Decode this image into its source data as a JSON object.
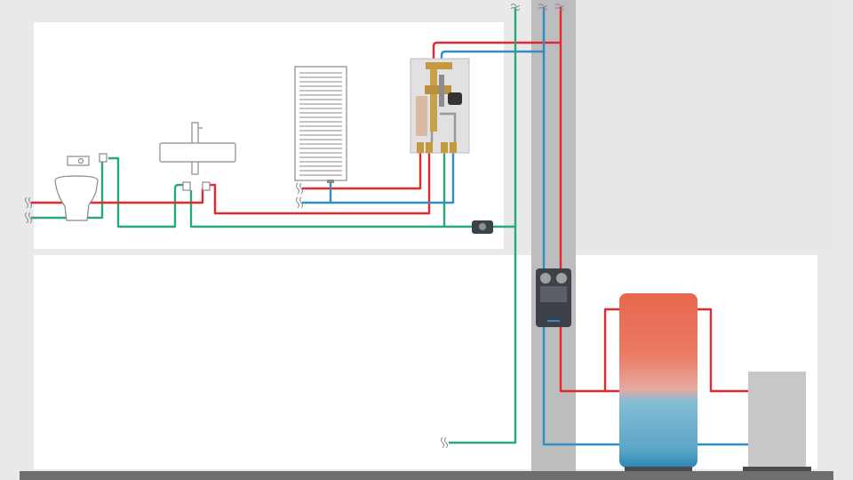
{
  "diagram": {
    "type": "heating-and-hot-water-schematic",
    "colors": {
      "hot_water": "#e4282f",
      "cold_return": "#2f8fc3",
      "circulation": "#2aa877",
      "wall": "#e9e9eb",
      "room": "#ffffff",
      "shaft": "#bdbdbf",
      "floor": "#6e6f71",
      "tank_top": "#e8674f",
      "tank_bottom": "#2b86b5",
      "controller": "#3c4248"
    },
    "components": [
      {
        "name": "wall-hung-toilet",
        "icon": "toilet-icon"
      },
      {
        "name": "wash-basin",
        "icon": "sink-icon"
      },
      {
        "name": "towel-radiator",
        "icon": "radiator-icon"
      },
      {
        "name": "apartment-station",
        "icon": "heat-interface-unit-icon"
      },
      {
        "name": "circulation-pump",
        "icon": "pump-icon"
      },
      {
        "name": "controller-unit",
        "icon": "controller-icon"
      },
      {
        "name": "buffer-storage-tank",
        "icon": "tank-icon"
      },
      {
        "name": "heat-generator",
        "icon": "boiler-icon"
      }
    ]
  }
}
